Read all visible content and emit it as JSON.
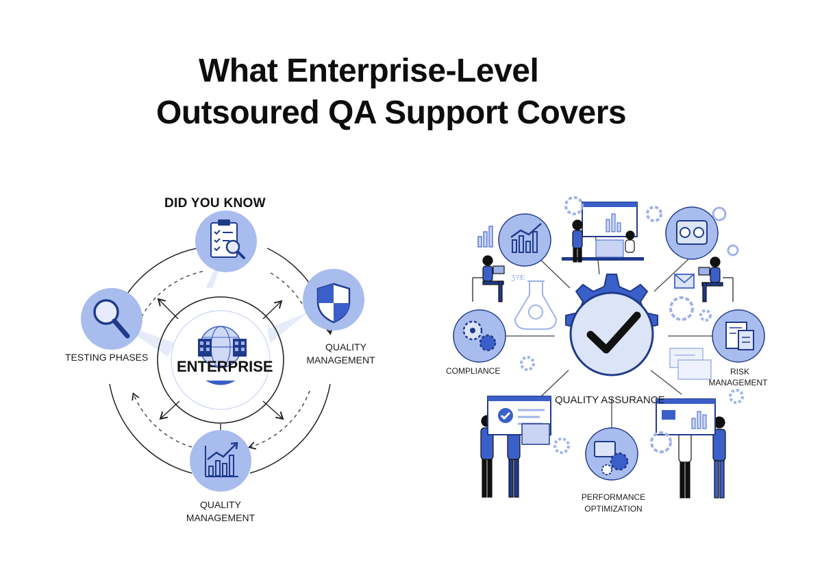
{
  "title": {
    "line1": "What Enterprise-Level",
    "line2": "Outsoured QA Support Covers"
  },
  "left_diagram": {
    "heading": "DID YOU KNOW",
    "center": "ENTERPRISE",
    "nodes": {
      "top": {
        "icon": "clipboard-magnifier-icon"
      },
      "left": {
        "label": "TESTING PHASES",
        "icon": "magnifier-icon"
      },
      "right": {
        "label_line1": "QUALITY",
        "label_line2": "MANAGEMENT",
        "icon": "shield-icon"
      },
      "bottom": {
        "label_line1": "QUALITY",
        "label_line2": "MANAGEMENT",
        "icon": "growth-chart-icon"
      }
    }
  },
  "right_diagram": {
    "center": "QUALITY ASSURANCE",
    "labels": {
      "compliance": "COMPLIANCE",
      "risk_line1": "RISK",
      "risk_line2": "MANAGEMENT",
      "perf_line1": "PERFORMANCE",
      "perf_line2": "OPTIMIZATION"
    },
    "icons": [
      "gear-checkmark-icon",
      "bar-chart-icon",
      "gears-icon",
      "document-icon",
      "people-icon",
      "monitor-icon",
      "flask-icon",
      "envelope-icon"
    ]
  },
  "colors": {
    "accent": "#3b5fc8",
    "light": "#9fb2ea",
    "pale": "#c9d4f4",
    "ink": "#111111"
  }
}
